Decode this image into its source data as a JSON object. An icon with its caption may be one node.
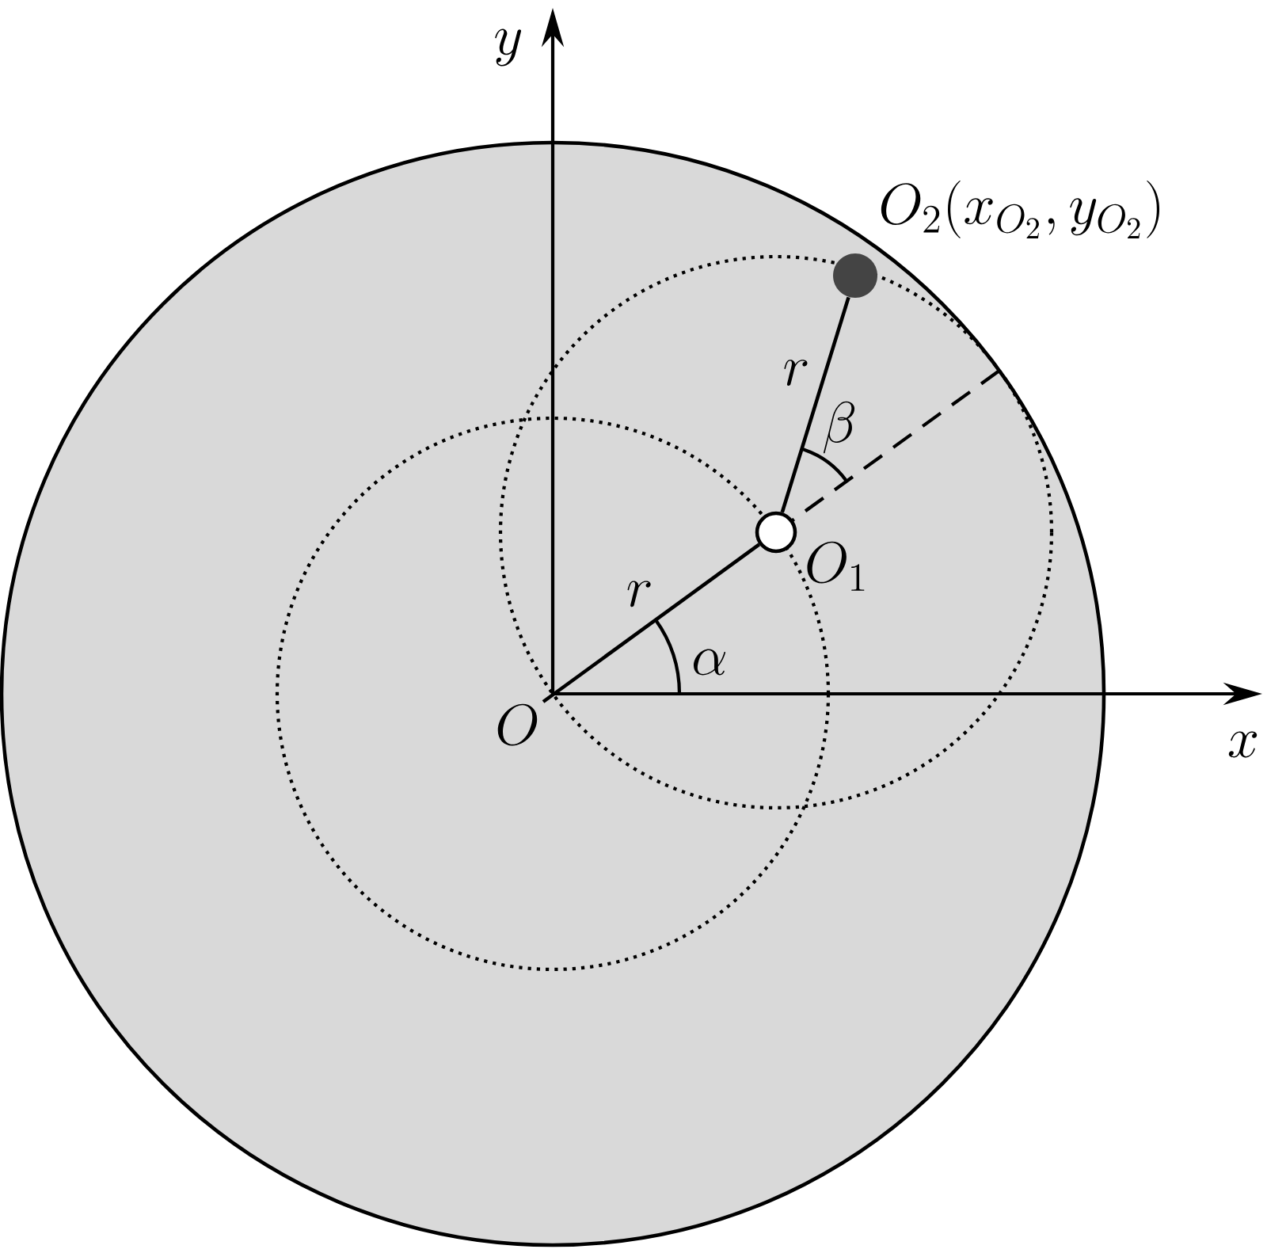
{
  "diagram": {
    "nodes": [
      {
        "text": [
          "O"
        ]
      },
      {
        "text": [
          "O_1"
        ]
      },
      {
        "text": [
          "O_2(x_{O_2}, y_{O_2})"
        ]
      }
    ],
    "edges": [
      {
        "from": 0,
        "to": 1,
        "arrow": "none",
        "label": "r"
      },
      {
        "from": 1,
        "to": 2,
        "arrow": "none",
        "label": "r"
      }
    ],
    "labels": [
      "y",
      "x",
      "\\alpha",
      "\\beta"
    ]
  }
}
